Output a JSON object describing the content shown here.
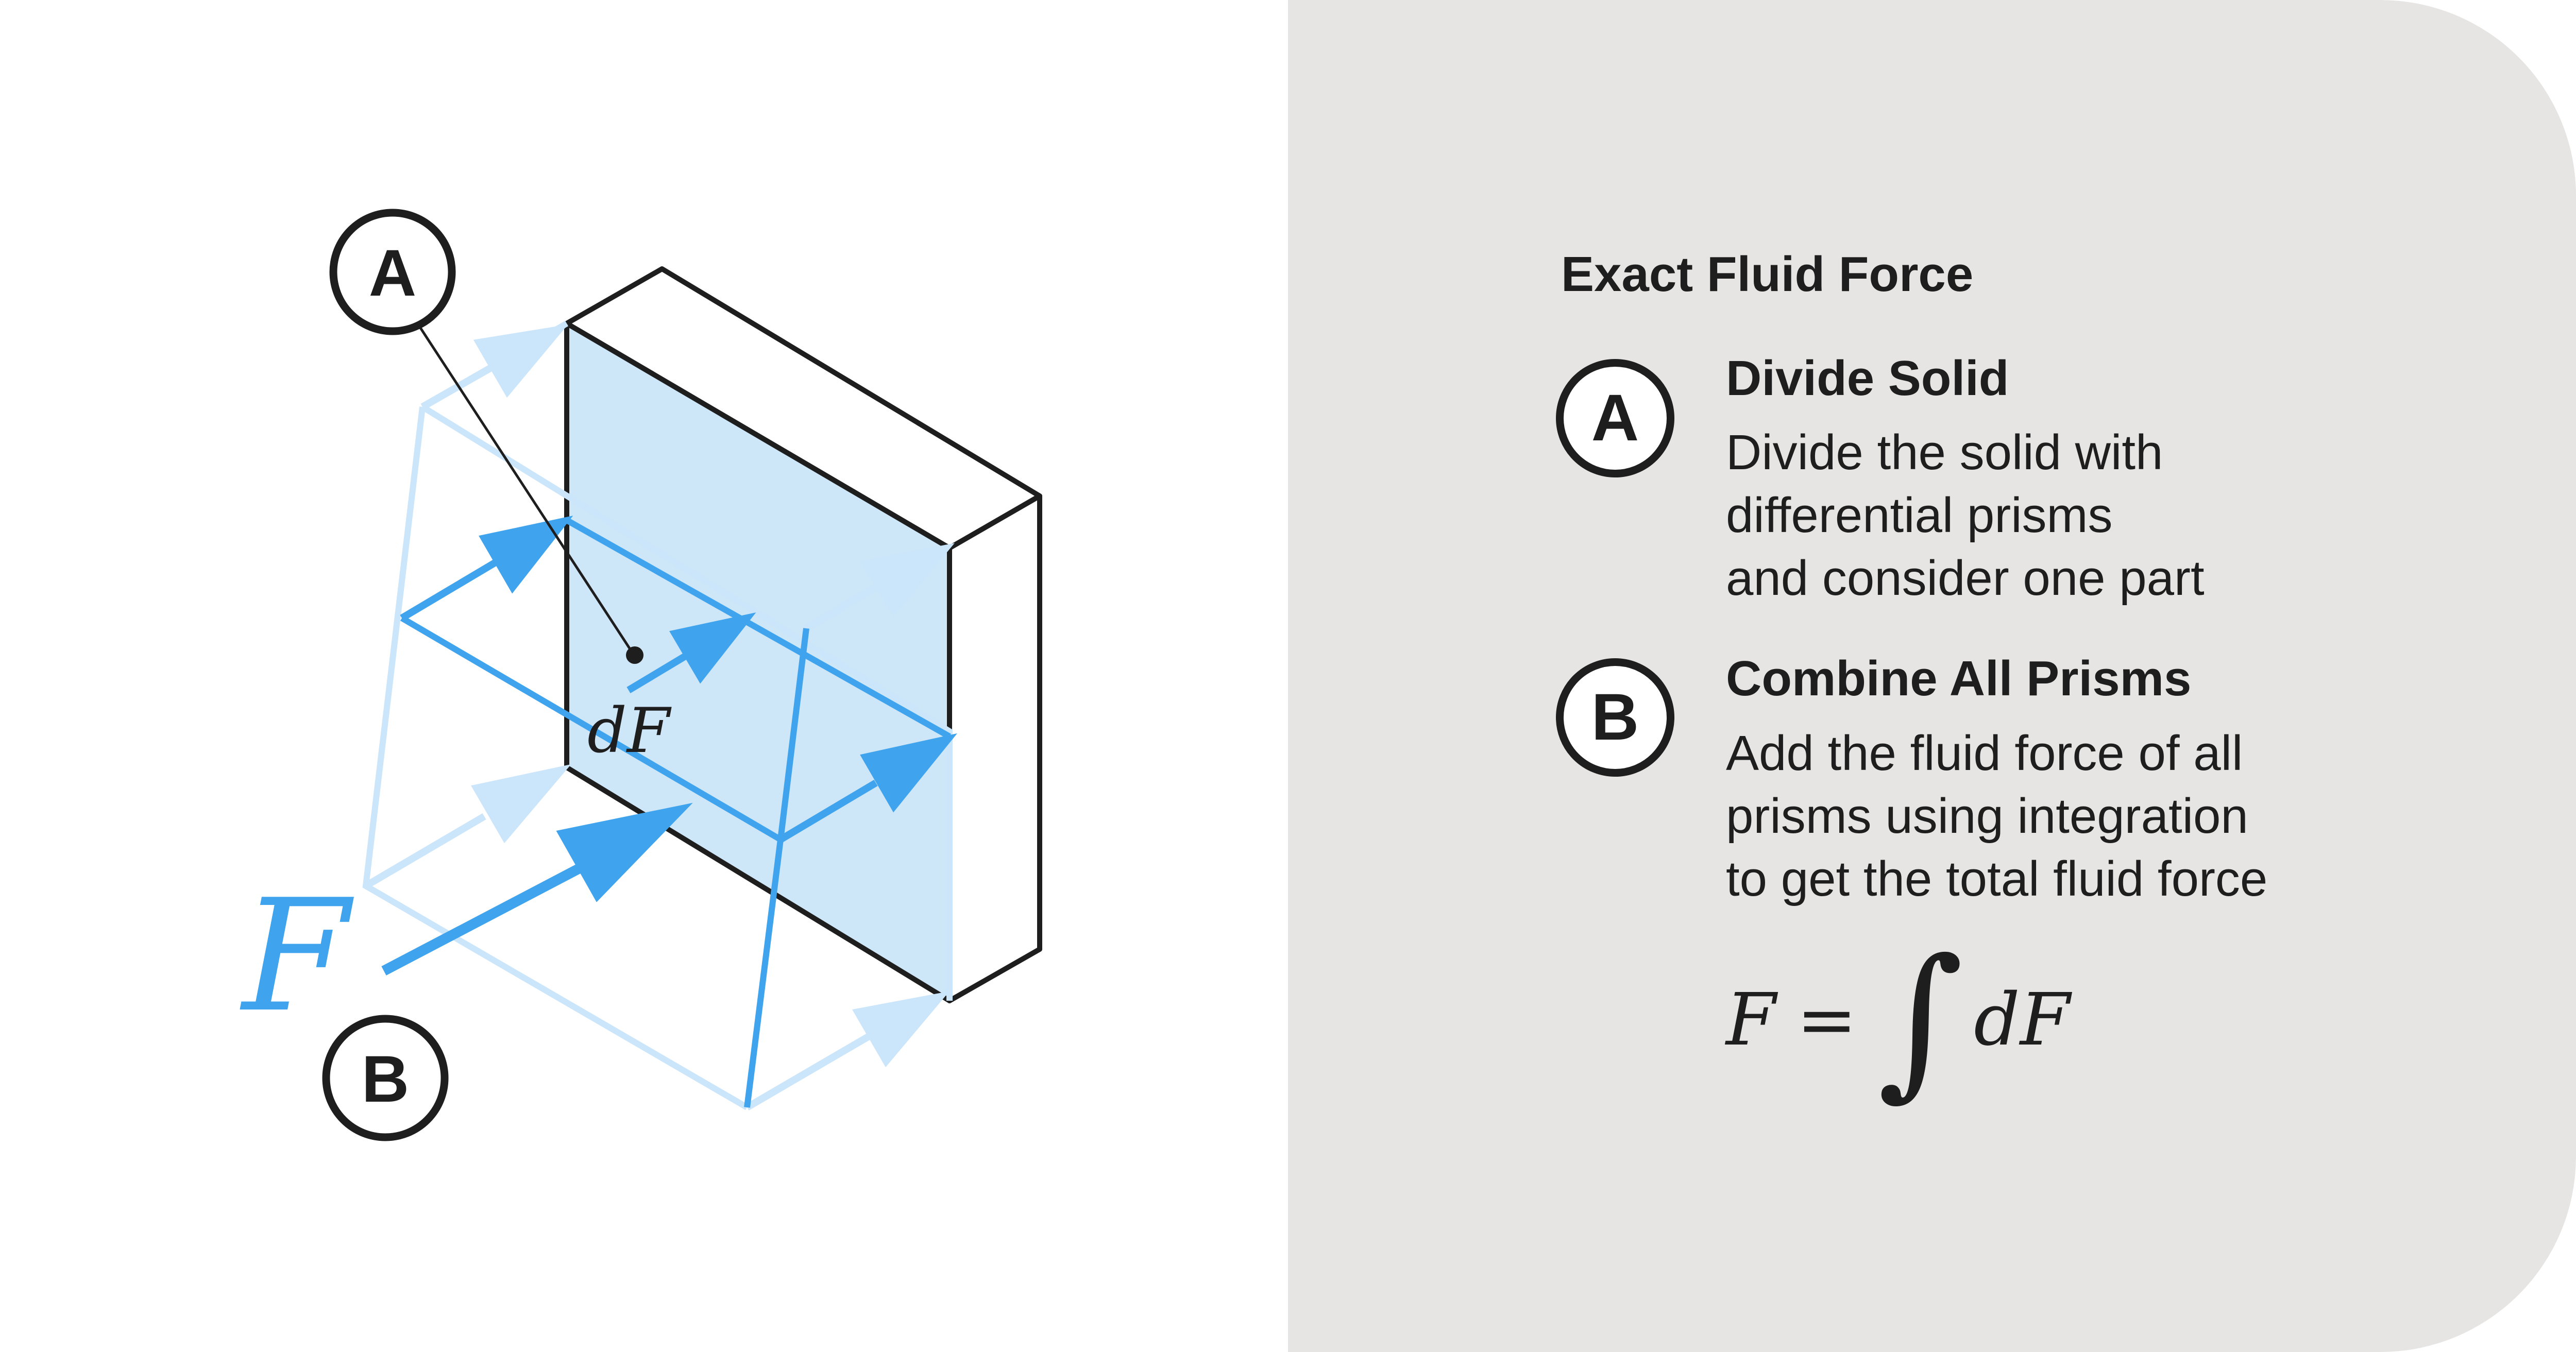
{
  "diagram": {
    "badge_a": "A",
    "badge_b": "B",
    "label_df": "dF",
    "label_f": "F",
    "colors": {
      "accent": "#3fa4ed",
      "light_accent": "#cbe5fa",
      "fill": "#cde6f8",
      "outline": "#1e1e1e"
    }
  },
  "panel": {
    "title": "Exact Fluid Force",
    "steps": [
      {
        "badge": "A",
        "title": "Divide Solid",
        "lines": [
          "Divide the solid with",
          "differential prisms",
          "and consider one part"
        ]
      },
      {
        "badge": "B",
        "title": "Combine All Prisms",
        "lines": [
          "Add the fluid force of all",
          "prisms using integration",
          "to get the total fluid force"
        ]
      }
    ],
    "formula": {
      "lhs": "F",
      "eq": "=",
      "integral": "∫",
      "rhs": "dF"
    }
  }
}
